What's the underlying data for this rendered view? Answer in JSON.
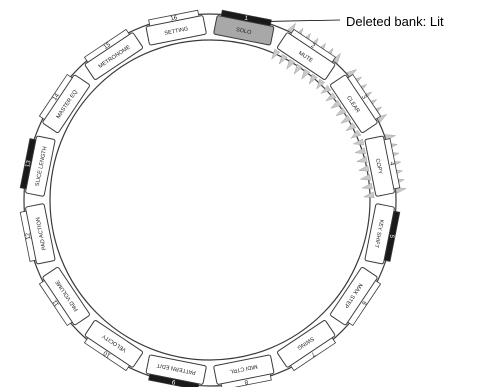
{
  "callout": {
    "text": "Deleted bank: Lit"
  },
  "pads": [
    {
      "number": "1",
      "label": "SOLO",
      "number_style": "dark",
      "label_style": "highlight",
      "lit": false
    },
    {
      "number": "2",
      "label": "MUTE",
      "number_style": "plain",
      "label_style": "plain",
      "lit": true
    },
    {
      "number": "3",
      "label": "CLEAR",
      "number_style": "plain",
      "label_style": "plain",
      "lit": true
    },
    {
      "number": "4",
      "label": "COPY",
      "number_style": "plain",
      "label_style": "plain",
      "lit": true
    },
    {
      "number": "5",
      "label": "KEY SHIFT",
      "number_style": "dark",
      "label_style": "plain",
      "lit": false
    },
    {
      "number": "6",
      "label": "MAX STEP",
      "number_style": "plain",
      "label_style": "plain",
      "lit": false
    },
    {
      "number": "7",
      "label": "SWING",
      "number_style": "plain",
      "label_style": "plain",
      "lit": false
    },
    {
      "number": "8",
      "label": "MIDI CTRL",
      "number_style": "plain",
      "label_style": "plain",
      "lit": false
    },
    {
      "number": "9",
      "label": "PATTERN EDIT",
      "number_style": "dark",
      "label_style": "plain",
      "lit": false
    },
    {
      "number": "10",
      "label": "VELOCITY",
      "number_style": "plain",
      "label_style": "plain",
      "lit": false
    },
    {
      "number": "11",
      "label": "PAD VOLUME",
      "number_style": "plain",
      "label_style": "plain",
      "lit": false
    },
    {
      "number": "12",
      "label": "PAD ACTION",
      "number_style": "plain",
      "label_style": "plain",
      "lit": false
    },
    {
      "number": "13",
      "label": "SLICE LENGTH",
      "number_style": "dark",
      "label_style": "plain",
      "lit": false
    },
    {
      "number": "14",
      "label": "MASTER EQ",
      "number_style": "plain",
      "label_style": "plain",
      "lit": false
    },
    {
      "number": "15",
      "label": "METRONOME",
      "number_style": "plain",
      "label_style": "plain",
      "lit": false
    },
    {
      "number": "16",
      "label": "SETTING",
      "number_style": "plain",
      "label_style": "plain",
      "lit": false
    }
  ],
  "colors": {
    "ring_stroke": "#3a3a3a",
    "dark_pad": "#1a1a1a",
    "highlight_pad": "#a8a8a8",
    "lit_glow": "#c8c8c8",
    "text": "#1a1a1a"
  }
}
